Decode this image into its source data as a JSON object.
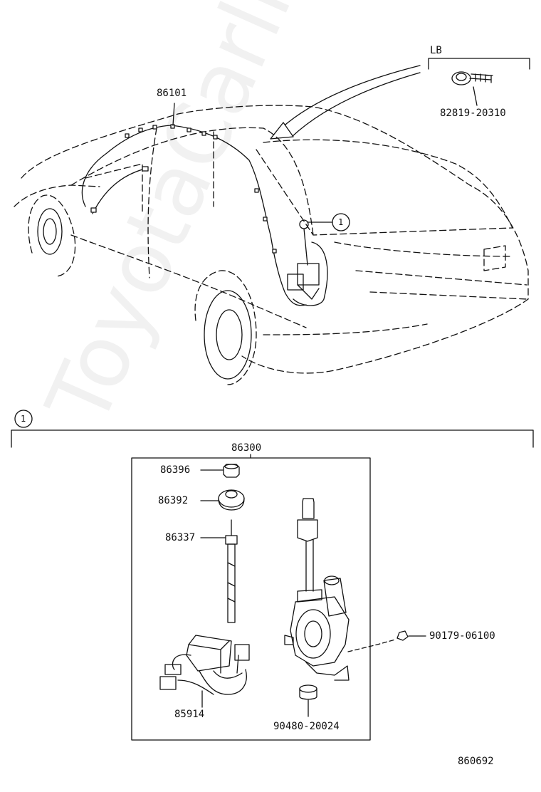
{
  "watermark": "ToyotaCarline.ru",
  "labels": {
    "lb": "LB",
    "part_82819": "82819-20310",
    "part_86101": "86101",
    "callout_ref": "1",
    "section_callout": "1",
    "part_86300": "86300",
    "part_86396": "86396",
    "part_86392": "86392",
    "part_86337": "86337",
    "part_85914": "85914",
    "part_90480": "90480-20024",
    "part_90179": "90179-06100",
    "diagram_id": "860692"
  }
}
